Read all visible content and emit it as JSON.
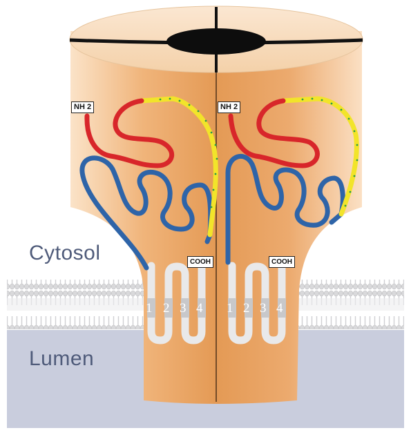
{
  "labels": {
    "cytosol": "Cytosol",
    "lumen": "Lumen",
    "nh2_left": "NH 2",
    "nh2_right": "NH 2",
    "cooh_left": "COOH",
    "cooh_right": "COOH"
  },
  "segments_left": [
    "1",
    "2",
    "3",
    "4"
  ],
  "segments_right": [
    "1",
    "2",
    "3",
    "4"
  ],
  "colors": {
    "n_terminal_domain": "#d8262a",
    "middle_domain": "#f2e42a",
    "c_terminal_domain": "#2e64a8",
    "transmembrane_loops": "#e9e9ea",
    "channel_body": "#e9a463",
    "lumen_background": "#c9cddd",
    "membrane": "#e3e3e4",
    "text_labels": "#4f5b7a"
  }
}
